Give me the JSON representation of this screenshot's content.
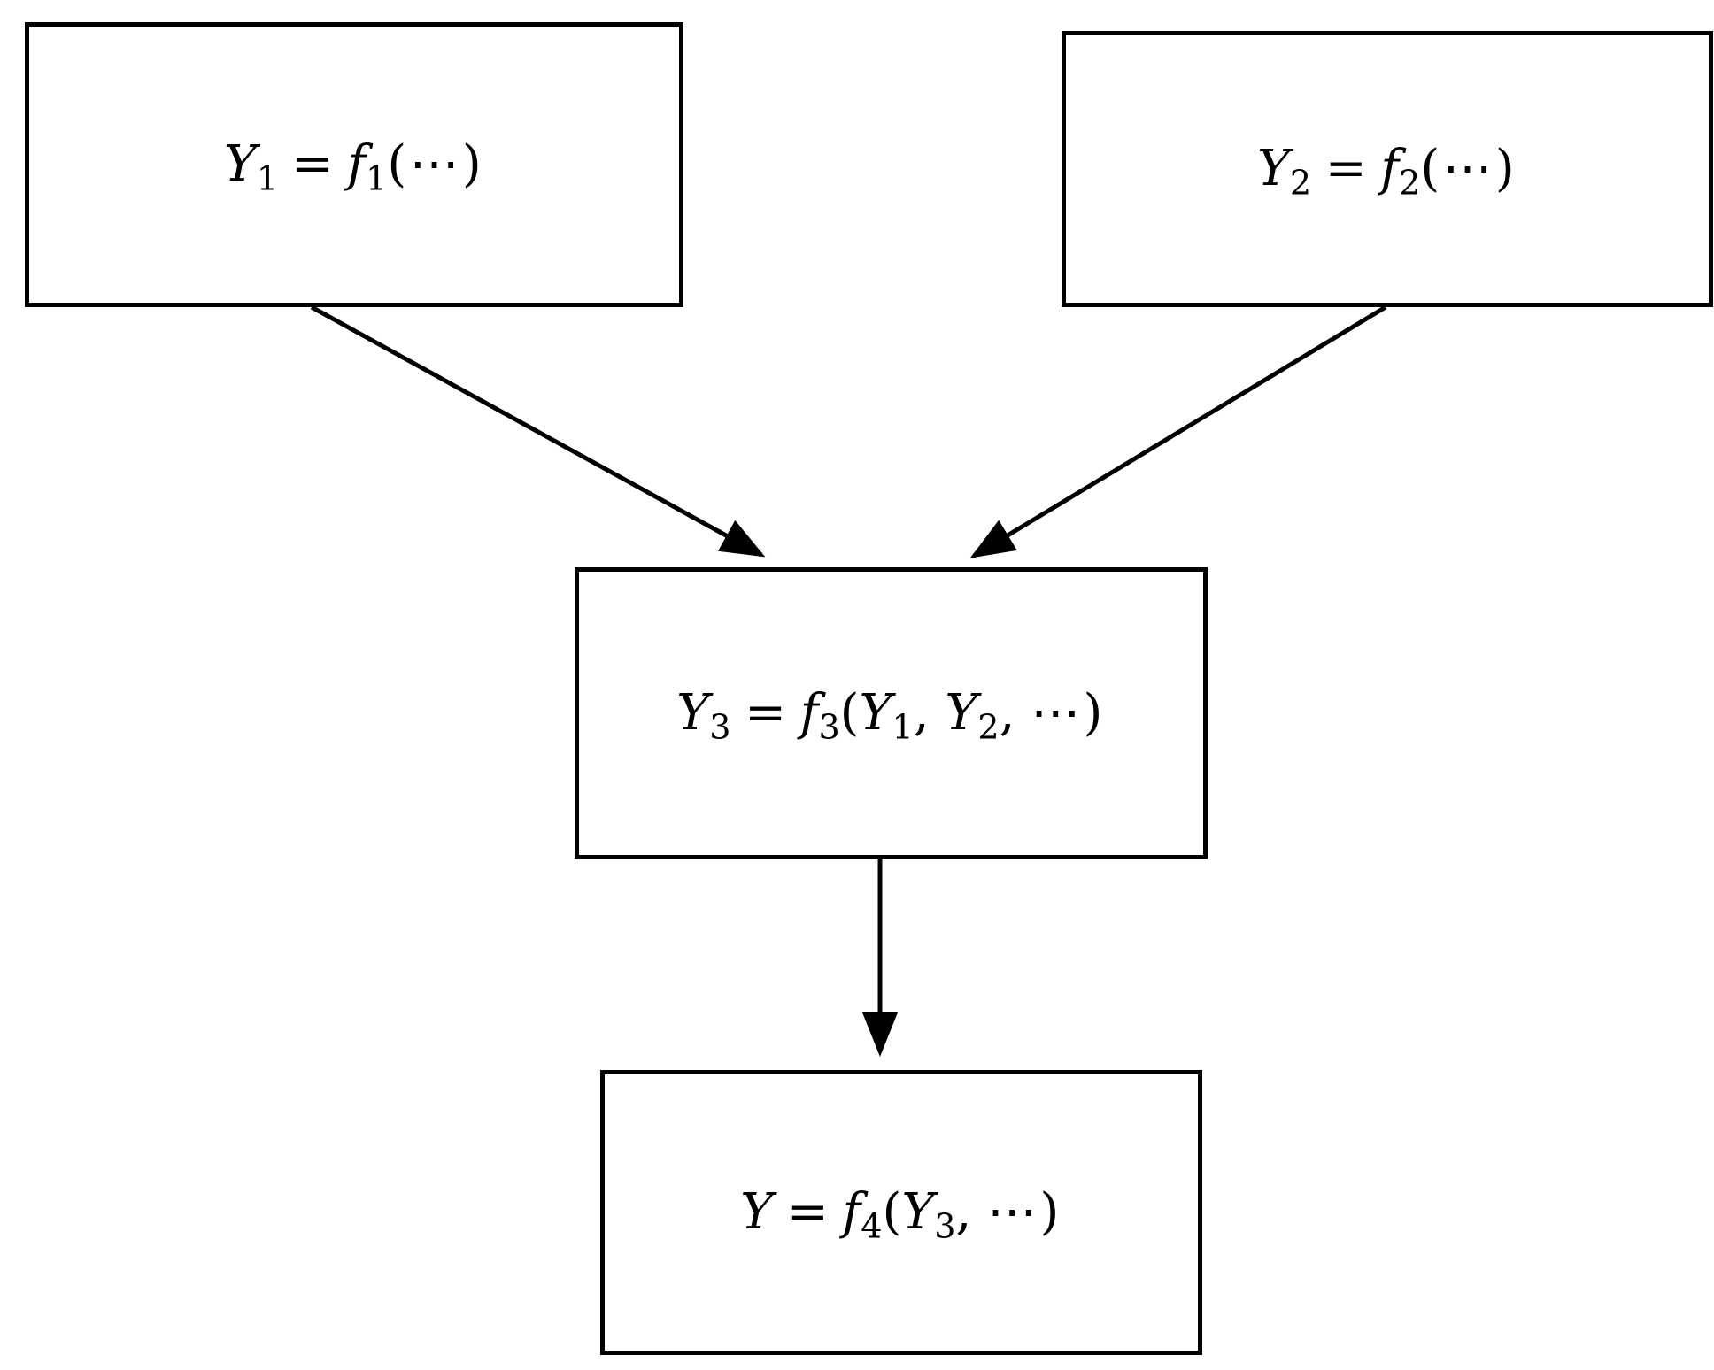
{
  "diagram": {
    "nodes": [
      {
        "id": "y1",
        "lhs": "Y",
        "lhs_sub": "1",
        "func": "f",
        "func_sub": "1",
        "args": "(⋯)"
      },
      {
        "id": "y2",
        "lhs": "Y",
        "lhs_sub": "2",
        "func": "f",
        "func_sub": "2",
        "args": "(⋯)"
      },
      {
        "id": "y3",
        "lhs": "Y",
        "lhs_sub": "3",
        "func": "f",
        "func_sub": "3",
        "arg1": "Y",
        "arg1_sub": "1",
        "arg2": "Y",
        "arg2_sub": "2",
        "args_tail": "⋯)"
      },
      {
        "id": "y",
        "lhs": "Y",
        "func": "f",
        "func_sub": "4",
        "arg1": "Y",
        "arg1_sub": "3",
        "args_tail": "⋯)"
      }
    ],
    "equals": "=",
    "open_paren": "(",
    "comma": ",",
    "edges": [
      {
        "from": "y1",
        "to": "y3"
      },
      {
        "from": "y2",
        "to": "y3"
      },
      {
        "from": "y3",
        "to": "y"
      }
    ],
    "colors": {
      "stroke": "#000000",
      "background": "#ffffff"
    }
  }
}
